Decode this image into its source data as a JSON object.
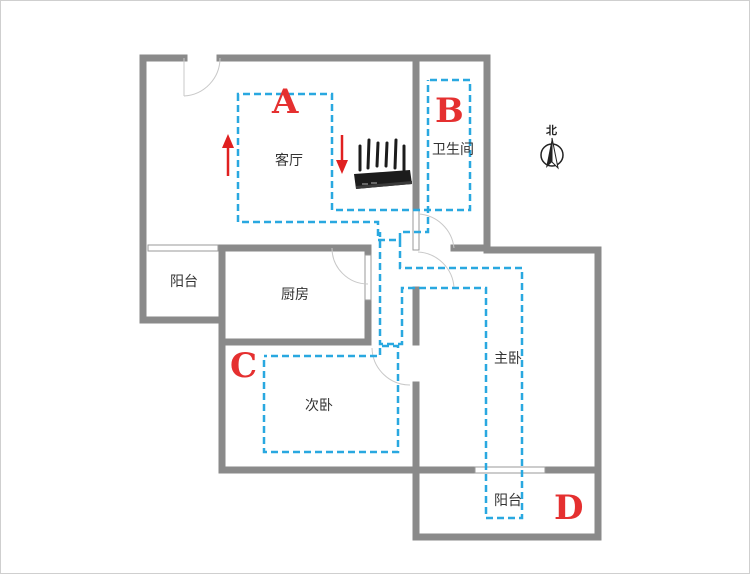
{
  "rooms": {
    "living_room": "客厅",
    "bathroom": "卫生间",
    "balcony_west": "阳台",
    "kitchen": "厨房",
    "second_bedroom": "次卧",
    "master_bedroom": "主卧",
    "balcony_south": "阳台"
  },
  "markers": {
    "a": "A",
    "b": "B",
    "c": "C",
    "d": "D"
  },
  "compass": {
    "label": "北"
  },
  "colors": {
    "wall": "#8a8a8a",
    "route": "#29a8e0",
    "marker": "#e53030",
    "arrow": "#e02020",
    "router": "#1c1c1c"
  },
  "icons": {
    "router": "wifi-router-icon",
    "compass": "north-compass-icon",
    "arrows": "red-arrow-icon"
  }
}
